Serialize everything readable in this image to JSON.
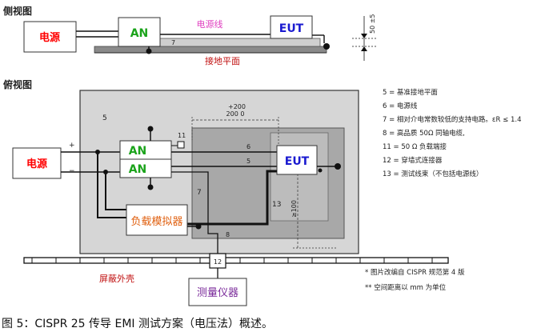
{
  "side_view": {
    "title": "侧视图",
    "power_label": "电源",
    "an_label": "AN",
    "cable_label": "电源线",
    "eut_label": "EUT",
    "ground_label": "接地平面",
    "num_7": "7",
    "dim_label": "50 ±5"
  },
  "top_view": {
    "title": "俯视图",
    "power_label": "电源",
    "an1_label": "AN",
    "an2_label": "AN",
    "eut_label": "EUT",
    "load_label": "负载模拟器",
    "meter_label": "测量仪器",
    "shield_label": "屏蔽外壳",
    "plus_sign": "+",
    "minus_sign": "−",
    "n5": "5",
    "n6": "6",
    "n5b": "5",
    "n7": "7",
    "n8": "8",
    "n11": "11",
    "n12": "12",
    "n13": "13",
    "dim_top": "+200",
    "dim_mid": "200  0",
    "dim_side": "≥100"
  },
  "legend": [
    "5 = 基准接地平面",
    "6 = 电源线",
    "7 = 相对介电常数较低的支持电路。εR ≤ 1.4",
    "8 = 高品质 50Ω 同轴电缆,",
    "11 = 50 Ω 负载端接",
    "12 = 穿墙式连接器",
    "13 = 测试线束（不包括电源线）"
  ],
  "notes": [
    "* 图片改编自 CISPR 规范第 4 版",
    "** 空间距离以 mm 为单位"
  ],
  "caption": "图 5：CISPR 25 传导 EMI 测试方案（电压法）概述。",
  "colors": {
    "power_red": "#ff0000",
    "an_green": "#1aa31a",
    "eut_blue": "#1a1ad0",
    "cable_pink": "#e040c0",
    "load_orange": "#e06010",
    "meter_purple": "#7a2a9a",
    "ground_red": "#c01010"
  }
}
